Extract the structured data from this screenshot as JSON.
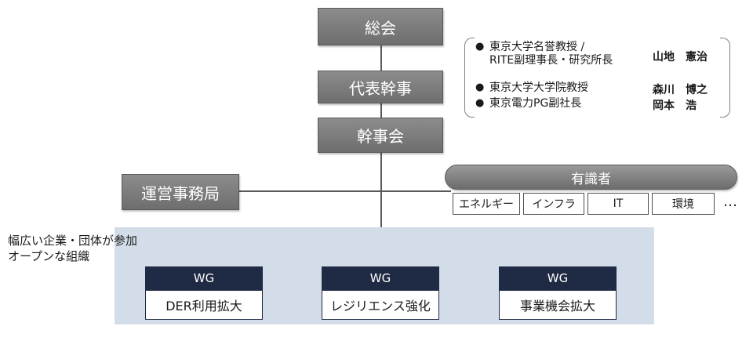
{
  "top": {
    "general_meeting": "総会",
    "representative_secretary": "代表幹事",
    "board": "幹事会",
    "secretariat": "運営事務局"
  },
  "members": [
    {
      "bullet": "●",
      "role": "東京大学名誉教授 /\nRITE副理事長・研究所長",
      "name": "山地　憲治"
    },
    {
      "bullet": "●",
      "role": "東京大学大学院教授",
      "name": "森川　博之"
    },
    {
      "bullet": "●",
      "role": "東京電力PG副社長",
      "name": "岡本　浩"
    }
  ],
  "experts": {
    "title": "有識者",
    "fields": [
      "エネルギー",
      "インフラ",
      "IT",
      "環境"
    ],
    "more": "…"
  },
  "participation_note": "幅広い企業・団体が参加\nオープンな組織",
  "working_groups": [
    {
      "label": "WG",
      "name": "DER利用拡大"
    },
    {
      "label": "WG",
      "name": "レジリエンス強化"
    },
    {
      "label": "WG",
      "name": "事業機会拡大"
    }
  ]
}
